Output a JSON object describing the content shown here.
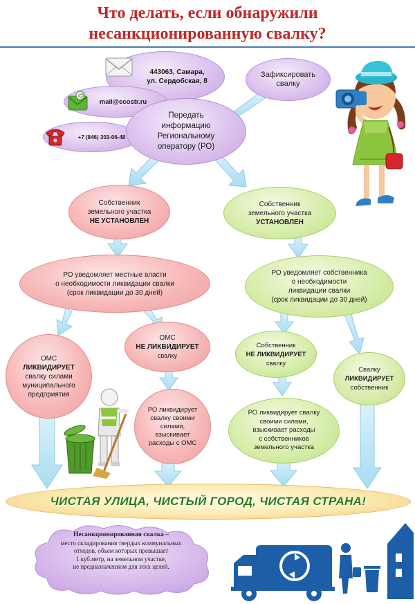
{
  "title_line1": "Что делать, если обнаружили",
  "title_line2": "несанкционированную свалку?",
  "contacts": {
    "address_line1": "443063, Самара,",
    "address_line2": "ул. Сердобская, 8",
    "email": "mail@ecostr.ru",
    "phone": "+7 (846) 303-06-48"
  },
  "nodes": {
    "record": {
      "line1": "Зафиксировать",
      "line2": "свалку"
    },
    "transmit": {
      "line1": "Передать",
      "line2": "информацию",
      "line3": "Региональному",
      "line4": "оператору (РО)"
    },
    "owner_unknown": {
      "line1": "Собственник",
      "line2": "земельного участка",
      "line3": "НЕ УСТАНОВЛЕН"
    },
    "owner_known": {
      "line1": "Собственник",
      "line2": "земельного участка",
      "line3": "УСТАНОВЛЕН"
    },
    "notify_authorities": {
      "line1": "РО уведомляет местные власти",
      "line2": "о необходимости ликвидации свалки",
      "line3": "(срок ликвидации до 30 дней)"
    },
    "notify_owner": {
      "line1": "РО уведомляет собственника",
      "line2": "о необходимости",
      "line3": "ликвидации свалки",
      "line4": "(срок ликвидации до 30 дней)"
    },
    "oms_liquidates": {
      "line1": "ОМС",
      "line2": "ЛИКВИДИРУЕТ",
      "line3": "свалку силами",
      "line4": "муниципального",
      "line5": "предприятия"
    },
    "oms_not": {
      "line1": "ОМС",
      "line2": "НЕ ЛИКВИДИРУЕТ",
      "line3": "свалку"
    },
    "ro_oms": {
      "line1": "РО ликвидирует",
      "line2": "свалку своими",
      "line3": "силами,",
      "line4": "взыскивает",
      "line5": "расходы с ОМС"
    },
    "owner_not": {
      "line1": "Собственник",
      "line2": "НЕ ЛИКВИДИРУЕТ",
      "line3": "свалку"
    },
    "owner_liquidates": {
      "line1": "Свалку",
      "line2": "ЛИКВИДИРУЕТ",
      "line3": "собственник"
    },
    "ro_owner": {
      "line1": "РО ликвидирует свалку",
      "line2": "своими силами,",
      "line3": "взыскивает расходы",
      "line4": "с собственников",
      "line5": "земельного участка"
    }
  },
  "banner": "ЧИСТАЯ УЛИЦА, ЧИСТЫЙ ГОРОД, ЧИСТАЯ СТРАНА!",
  "definition": {
    "term": "Несанкционированная свалка –",
    "line1": "место складирования твердых коммунальных",
    "line2": "отходов, объем которых превышает",
    "line3": "1 куб.метр, на земельном участке,",
    "line4": "не предназначенном для этих целей."
  },
  "colors": {
    "title": "#c0282a",
    "arrow": "#bfe6f5",
    "banner_text": "#2a7a1c",
    "truck": "#1d5ea8"
  }
}
